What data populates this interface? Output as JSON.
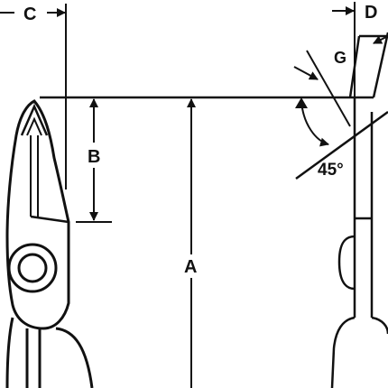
{
  "diagram": {
    "labels": {
      "a": "A",
      "b": "B",
      "c": "C",
      "d": "D",
      "g": "G",
      "angle": "45°"
    },
    "colors": {
      "ink": "#111111",
      "handle": "#ffffff",
      "background": "#ffffff"
    }
  }
}
